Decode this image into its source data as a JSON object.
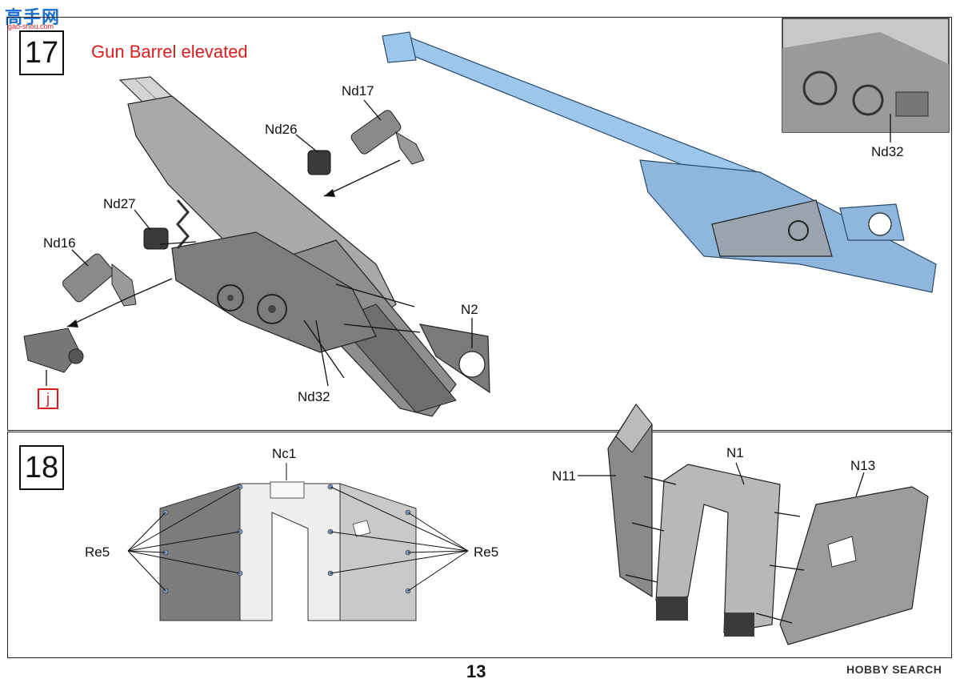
{
  "logo": {
    "main_text": "高手网",
    "sub_text": "gao-shou.com"
  },
  "step17": {
    "number": "17",
    "subtitle": "Gun Barrel elevated",
    "labels": {
      "nd17": "Nd17",
      "nd26": "Nd26",
      "nd27": "Nd27",
      "nd16": "Nd16",
      "n2": "N2",
      "nd32": "Nd32",
      "nd32_inset": "Nd32"
    },
    "j_marker": "j"
  },
  "step18": {
    "number": "18",
    "labels": {
      "nc1": "Nc1",
      "re5_left": "Re5",
      "re5_right": "Re5",
      "n1": "N1",
      "n11": "N11",
      "n13": "N13"
    }
  },
  "footer": {
    "page_number": "13",
    "watermark": "HOBBY SEARCH"
  },
  "colors": {
    "accent_red": "#d81e1e",
    "barrel_blue": "#9cc6ec",
    "part_gray": "#b8b8b8",
    "dark_gray": "#6e6e6e",
    "logo_blue": "#1a6fd0"
  }
}
